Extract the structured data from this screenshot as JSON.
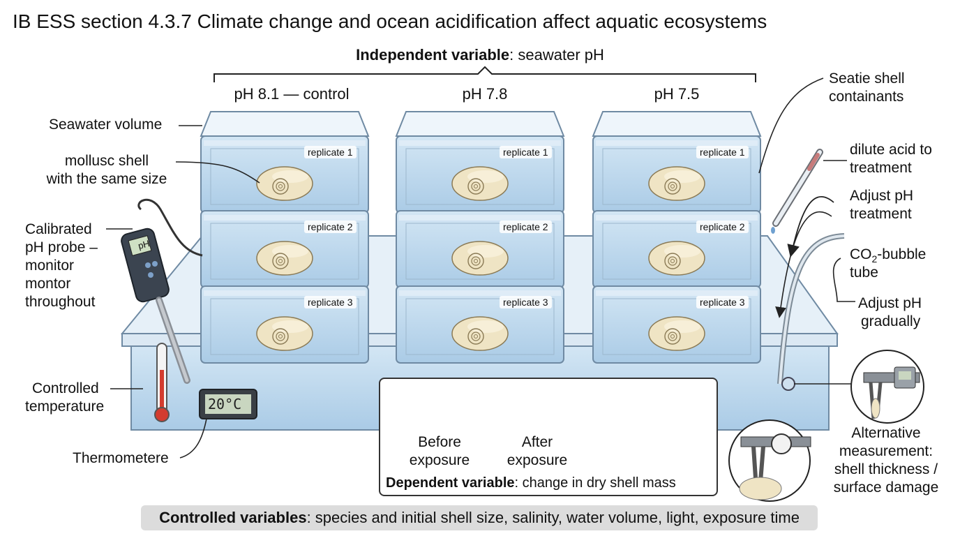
{
  "title": "IB ESS section 4.3.7  Climate change and ocean acidification affect aquatic ecosystems",
  "independent": {
    "bold": "Independent variable",
    "rest": ": seawater pH"
  },
  "columns": [
    "pH 8.1 — control",
    "pH 7.8",
    "pH 7.5"
  ],
  "replicates": [
    "replicate 1",
    "replicate 2",
    "replicate 3"
  ],
  "left_labels": {
    "seawater_volume": "Seawater volume",
    "shell_1": "mollusc shell",
    "shell_2": "with the same size",
    "probe_1": "Calibrated",
    "probe_2": "pH probe –",
    "probe_3": "monitor",
    "probe_4": "montor",
    "probe_5": "throughout",
    "temp_1": "Controlled",
    "temp_2": "temperature",
    "thermometer": "Thermometere",
    "temp_display": "20°C",
    "probe_display": "pH"
  },
  "right_labels": {
    "seatie_1": "Seatie shell",
    "seatie_2": "containants",
    "acid_1": "dilute acid to",
    "acid_2": "treatment",
    "adjust_1": "Adjust pH",
    "adjust_2": "treatment",
    "co2_pre": "CO",
    "co2_sub": "2",
    "co2_post": "-bubble",
    "co2_2": "tube",
    "grad_1": "Adjust pH",
    "grad_2": "gradually",
    "alt_1": "Alternative",
    "alt_2": "measurement:",
    "alt_3": "shell thickness /",
    "alt_4": "surface damage"
  },
  "dependent": {
    "before_1": "Before",
    "before_2": "exposure",
    "after_1": "After",
    "after_2": "exposure",
    "bold": "Dependent variable",
    "rest": ": change in dry shell mass"
  },
  "controlled": {
    "bold": "Controlled variables",
    "rest": ": species and initial shell size, salinity, water volume, light, exposure time"
  },
  "colors": {
    "water": "#bcd7ec",
    "tank_edge": "#6f8aa3",
    "shell": "#efe4c4",
    "thermo_red": "#d33c2f"
  }
}
